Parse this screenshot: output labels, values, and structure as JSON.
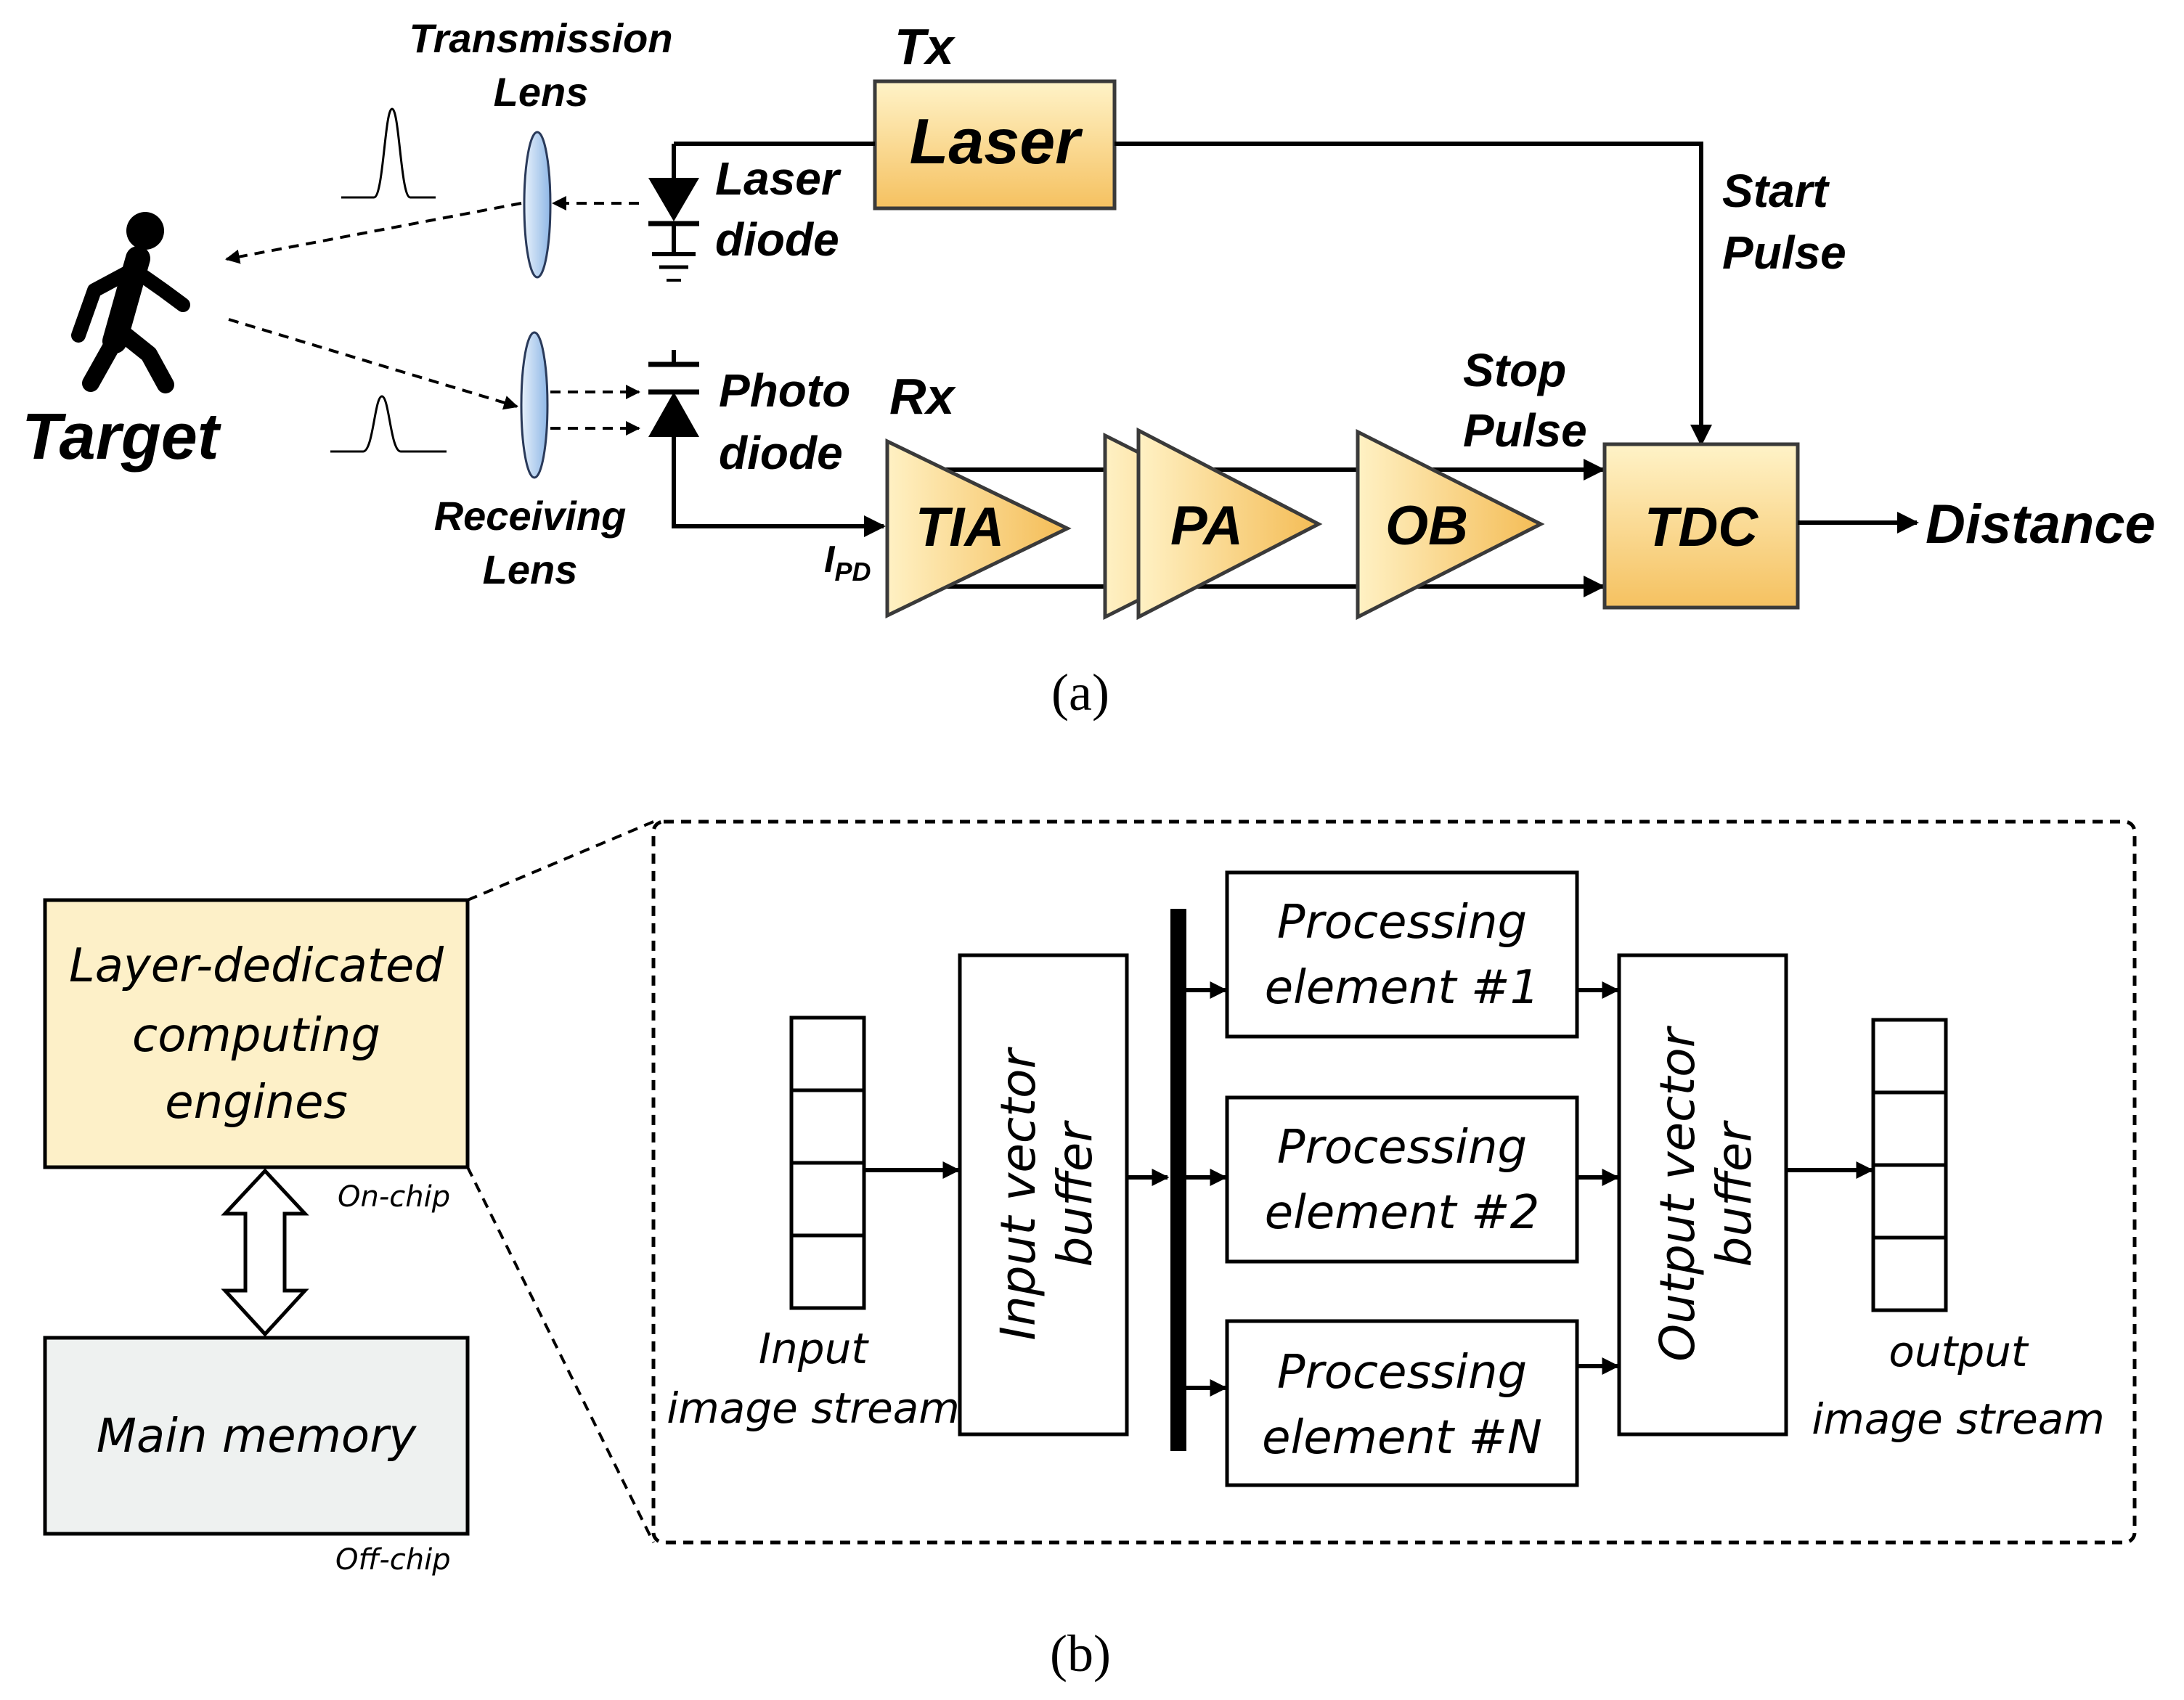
{
  "figure_a": {
    "caption": "(a)",
    "target_label": "Target",
    "transmission_lens": [
      "Transmission",
      "Lens"
    ],
    "receiving_lens": [
      "Receiving",
      "Lens"
    ],
    "laser_diode": [
      "Laser",
      "diode"
    ],
    "photo_diode": [
      "Photo",
      "diode"
    ],
    "tx_label": "Tx",
    "rx_label": "Rx",
    "laser_box": "Laser",
    "start_pulse": [
      "Start",
      "Pulse"
    ],
    "stop_pulse": [
      "Stop",
      "Pulse"
    ],
    "ipd_main": "I",
    "ipd_sub": "PD",
    "tia": "TIA",
    "pa": "PA",
    "ob": "OB",
    "tdc": "TDC",
    "distance": "Distance",
    "colors": {
      "block_fill_light": "#fff1c4",
      "block_fill_dark": "#f6c35a",
      "lens_fill": "#a9cbef"
    }
  },
  "figure_b": {
    "caption": "(b)",
    "layer_engines": [
      "Layer-dedicated",
      "computing",
      "engines"
    ],
    "on_chip": "On-chip",
    "main_memory": "Main memory",
    "off_chip": "Off-chip",
    "input_stream": [
      "Input",
      "image stream"
    ],
    "input_buffer": [
      "Input vector",
      "buffer"
    ],
    "pe1": [
      "Processing",
      "element #1"
    ],
    "pe2": [
      "Processing",
      "element #2"
    ],
    "peN": [
      "Processing",
      "element #N"
    ],
    "output_buffer": [
      "Output vector",
      "buffer"
    ],
    "output_stream": [
      "output",
      "image stream"
    ],
    "colors": {
      "engines_fill": "#fdf0c8",
      "memory_fill": "#eef1f0"
    }
  }
}
